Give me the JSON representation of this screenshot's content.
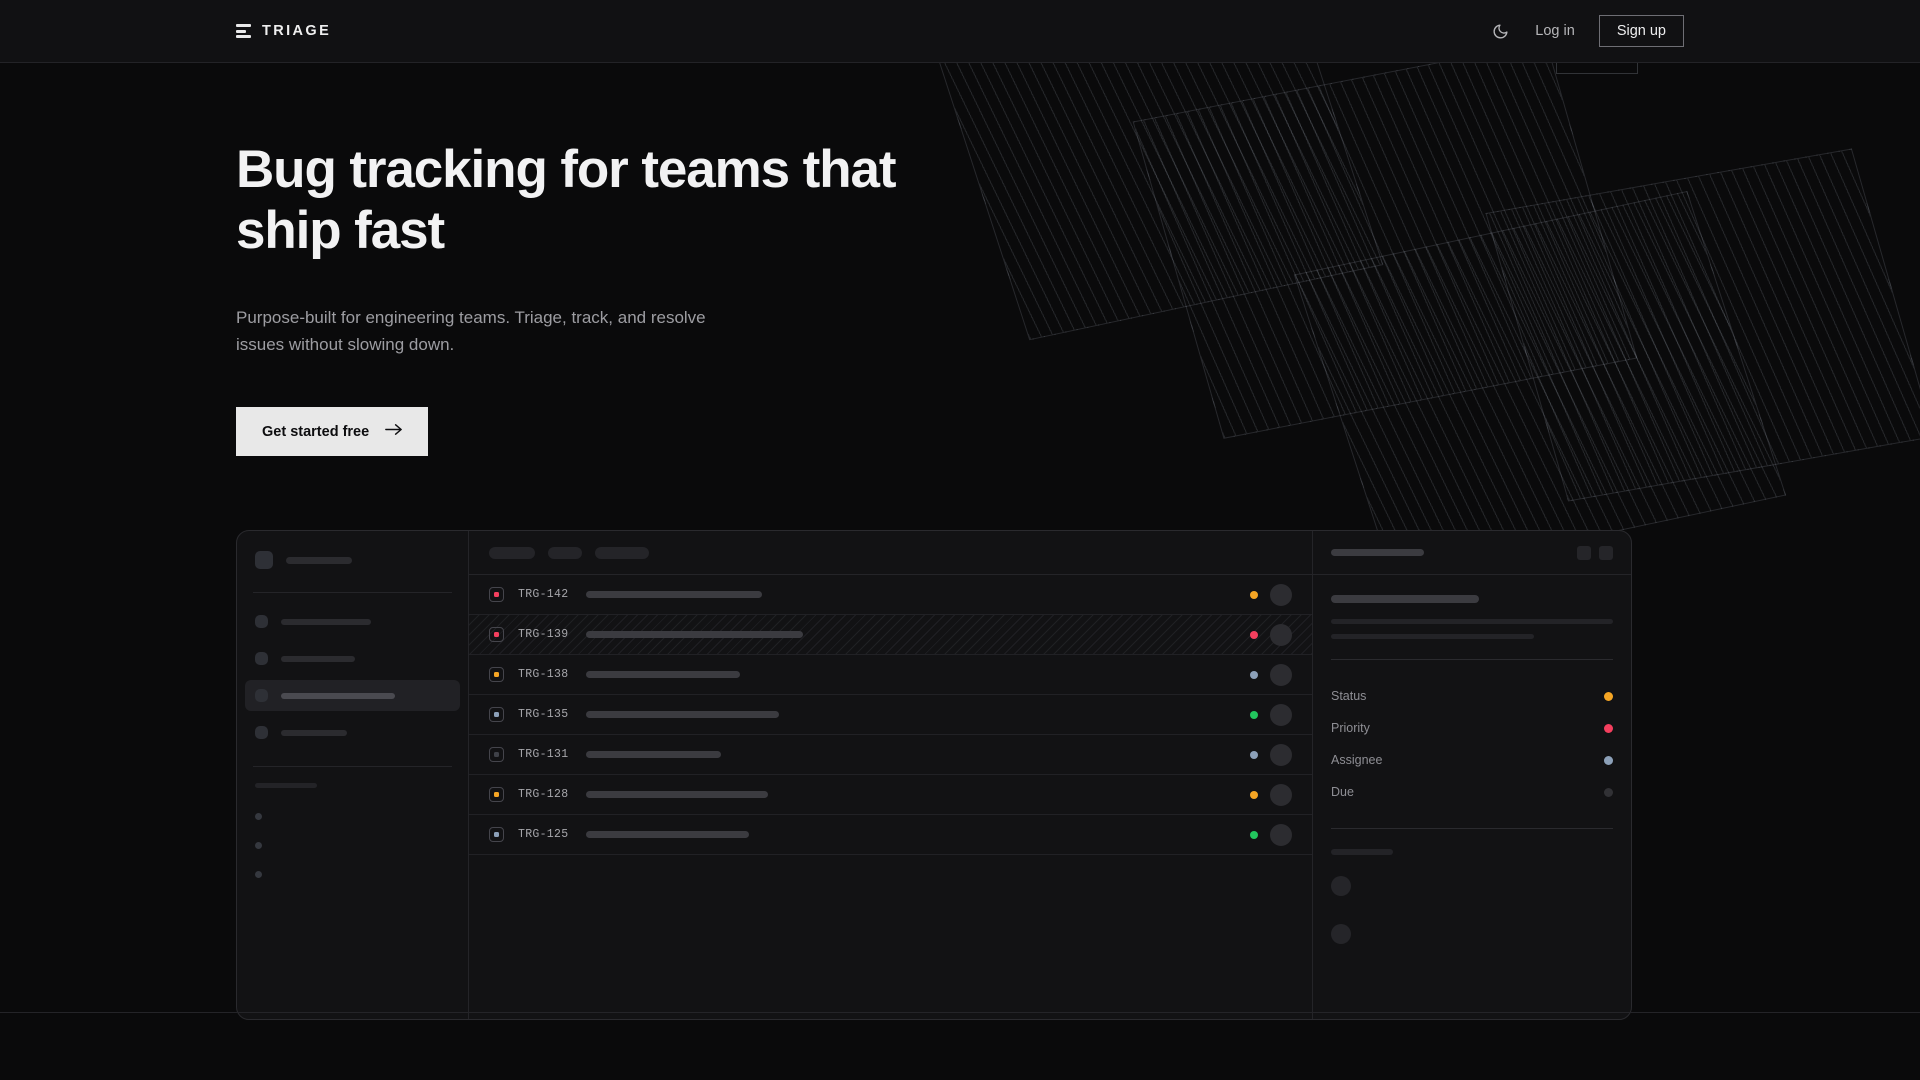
{
  "brand": {
    "name": "TRIAGE",
    "icon": "stacked-bars-icon"
  },
  "nav": {
    "theme_toggle_icon": "moon-icon",
    "login_label": "Log in",
    "signup_label": "Sign up"
  },
  "hero": {
    "heading": "Bug tracking for teams that ship fast",
    "subheading": "Purpose-built for engineering teams. Triage, track, and resolve issues without slowing down.",
    "cta_label": "Get started free",
    "cta_icon": "arrow-right-icon"
  },
  "app_preview": {
    "sidebar": {
      "logo_placeholder_width": 18,
      "title_placeholder_width": 66,
      "nav_items": [
        {
          "width": 90,
          "active": false
        },
        {
          "width": 74,
          "active": false
        },
        {
          "width": 114,
          "active": true
        },
        {
          "width": 66,
          "active": false
        }
      ],
      "section_label_width": 62,
      "dot_items": 3
    },
    "list": {
      "filter_chips": [
        {
          "width": 46
        },
        {
          "width": 34
        },
        {
          "width": 54
        }
      ],
      "rows": [
        {
          "id": "TRG-142",
          "priority_color": "#f43f5e",
          "title_width": 176,
          "status_color": "#f5a524",
          "hatched": false
        },
        {
          "id": "TRG-139",
          "priority_color": "#f43f5e",
          "title_width": 217,
          "status_color": "#f43f5e",
          "hatched": true
        },
        {
          "id": "TRG-138",
          "priority_color": "#f5a524",
          "title_width": 154,
          "status_color": "#8ca0b8",
          "hatched": false
        },
        {
          "id": "TRG-135",
          "priority_color": "#8ca0b8",
          "title_width": 193,
          "status_color": "#22c55e",
          "hatched": false
        },
        {
          "id": "TRG-131",
          "priority_color": "#3f4148",
          "title_width": 135,
          "status_color": "#8ca0b8",
          "hatched": false
        },
        {
          "id": "TRG-128",
          "priority_color": "#f5a524",
          "title_width": 182,
          "status_color": "#f5a524",
          "hatched": false
        },
        {
          "id": "TRG-125",
          "priority_color": "#8ca0b8",
          "title_width": 163,
          "status_color": "#22c55e",
          "hatched": false
        }
      ]
    },
    "detail": {
      "header_placeholder_width": 93,
      "header_icons": [
        "expand-icon",
        "more-options-icon"
      ],
      "title_placeholder_width": 148,
      "description_line_widths": [
        282,
        203
      ],
      "meta": [
        {
          "label": "Status",
          "color": "#f5a524"
        },
        {
          "label": "Priority",
          "color": "#f43f5e"
        },
        {
          "label": "Assignee",
          "color": "#8ca0b8"
        },
        {
          "label": "Due",
          "color": "#313135"
        }
      ],
      "comments_label_width": 62,
      "comment_avatars": 2
    }
  },
  "colors": {
    "background": "#0a0a0b",
    "nav_background": "#111113",
    "panel_background": "#121214",
    "border": "#2a2a2e",
    "text_primary": "#f2f2f3",
    "text_muted": "#9d9da2",
    "accent_orange": "#f5a524",
    "accent_pink": "#f43f5e",
    "accent_green": "#22c55e",
    "accent_blue_gray": "#8ca0b8",
    "cta_background": "#e8e8e8"
  }
}
